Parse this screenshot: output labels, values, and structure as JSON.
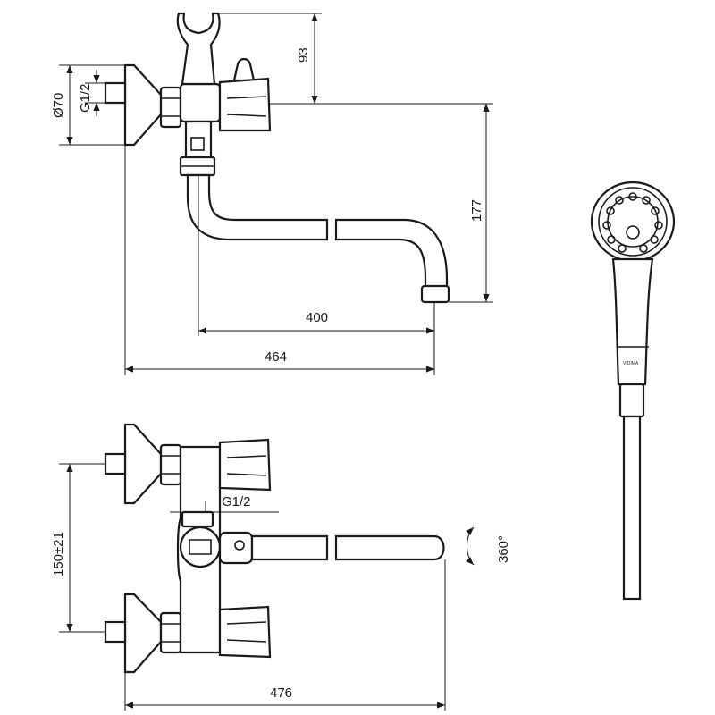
{
  "dimensions": {
    "flange_diameter": "Ø70",
    "thread_top": "G1/2",
    "height_93": "93",
    "height_177": "177",
    "spout_400": "400",
    "overall_464": "464",
    "centers": "150±21",
    "thread_front": "G1/2",
    "rotation": "360°",
    "overall_476": "476"
  },
  "brand": "VIDIMA"
}
